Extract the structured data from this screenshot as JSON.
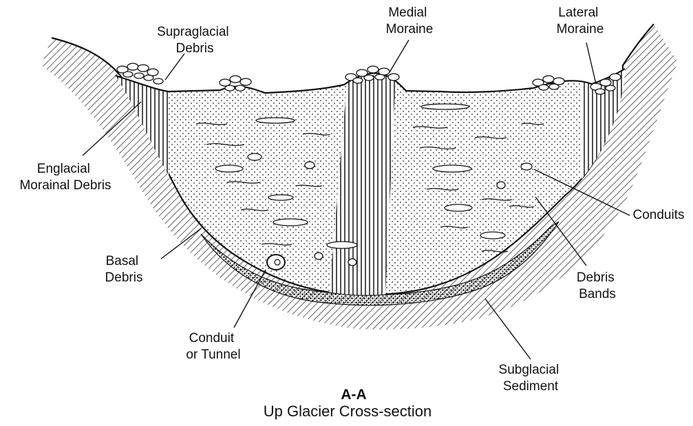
{
  "diagram": {
    "section_label": "A-A",
    "title": "Up Glacier Cross-section",
    "labels": {
      "medial_moraine": [
        "Medial",
        "Moraine"
      ],
      "lateral_moraine": [
        "Lateral",
        "Moraine"
      ],
      "supraglacial_debris": [
        "Supraglacial",
        "Debris"
      ],
      "englacial_morainal_debris": [
        "Englacial",
        "Morainal Debris"
      ],
      "basal_debris": [
        "Basal",
        "Debris"
      ],
      "conduit_or_tunnel": [
        "Conduit",
        "or Tunnel"
      ],
      "conduits": [
        "Conduits"
      ],
      "debris_bands": [
        "Debris",
        "Bands"
      ],
      "subglacial_sediment": [
        "Subglacial",
        "Sediment"
      ]
    }
  }
}
